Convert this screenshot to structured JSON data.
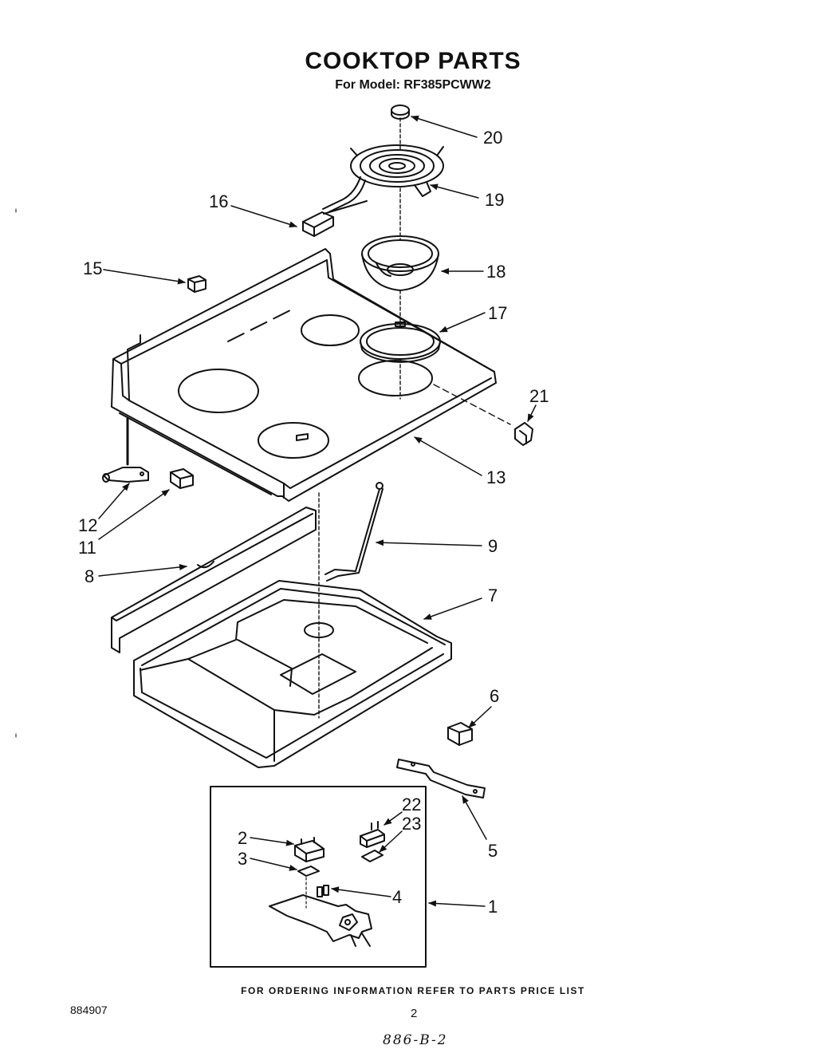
{
  "header": {
    "title": "COOKTOP PARTS",
    "subtitle": "For Model: RF385PCWW2"
  },
  "callouts": {
    "c20": "20",
    "c19": "19",
    "c16": "16",
    "c18": "18",
    "c15": "15",
    "c17": "17",
    "c21": "21",
    "c13": "13",
    "c12": "12",
    "c11": "11",
    "c9": "9",
    "c8": "8",
    "c7": "7",
    "c6": "6",
    "c5": "5",
    "c22": "22",
    "c23": "23",
    "c2": "2",
    "c3": "3",
    "c4": "4",
    "c1": "1"
  },
  "footer": {
    "ordering_note": "FOR ORDERING INFORMATION REFER TO PARTS PRICE LIST",
    "doc_number": "884907",
    "page_number": "2",
    "handwritten_code": "886-B-2"
  },
  "colors": {
    "ink": "#111111",
    "paper": "#ffffff"
  }
}
